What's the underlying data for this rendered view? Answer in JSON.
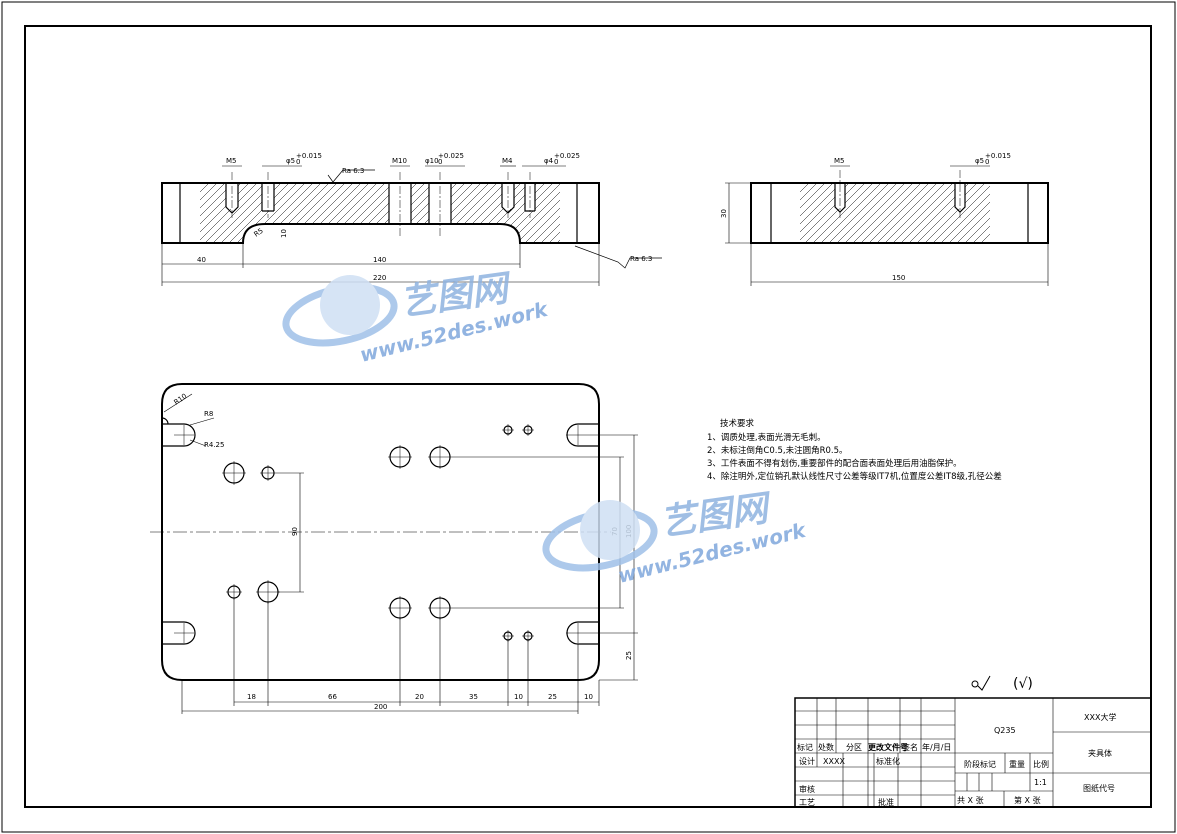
{
  "views": {
    "front": {
      "callouts": [
        "M5",
        "φ5",
        "+0.015",
        "0",
        "M10",
        "φ10",
        "+0.025",
        "0",
        "M4",
        "φ4",
        "+0.025",
        "0"
      ],
      "roughness": "Ra 6.3",
      "roughness_2": "Ra 6.3",
      "inner_dims": [
        "R5",
        "10"
      ],
      "dims": [
        "40",
        "140",
        "220"
      ]
    },
    "side": {
      "callouts": [
        "M5",
        "φ5",
        "+0.015",
        "0"
      ],
      "dims": [
        "30",
        "150"
      ]
    },
    "top": {
      "radii": [
        "R10",
        "R8",
        "R4.25"
      ],
      "vertical_dims": [
        "90",
        "70",
        "100",
        "25"
      ],
      "chain_dims": [
        "18",
        "66",
        "20",
        "35",
        "10",
        "25",
        "10"
      ],
      "total_dim": "200"
    }
  },
  "tech_requirements": {
    "title": "技术要求",
    "items": [
      "1、调质处理,表面光滑无毛刺。",
      "2、未标注倒角C0.5,未注圆角R0.5。",
      "3、工件表面不得有划伤,重要部件的配合面表面处理后用油脂保护。",
      "4、除注明外,定位销孔默认线性尺寸公差等级IT7机,位置度公差IT8级,孔径公差"
    ]
  },
  "surface_symbol": "(√)",
  "watermark": {
    "brand": "艺图网",
    "url": "www.52des.work"
  },
  "title_block": {
    "material": "Q235",
    "school": "XXX大学",
    "part_name": "夹具体",
    "drawing_code": "图纸代号",
    "headers": [
      "标记",
      "处数",
      "分区",
      "更改文件号",
      "签名",
      "年/月/日"
    ],
    "design": "设计",
    "designer": "XXXX",
    "standardize": "标准化",
    "stage": "阶段标记",
    "weight": "重量",
    "scale_label": "比例",
    "scale": "1:1",
    "review": "审核",
    "process": "工艺",
    "approve": "批准",
    "sheets": "共  X  张",
    "sheet_no": "第  X  张"
  }
}
